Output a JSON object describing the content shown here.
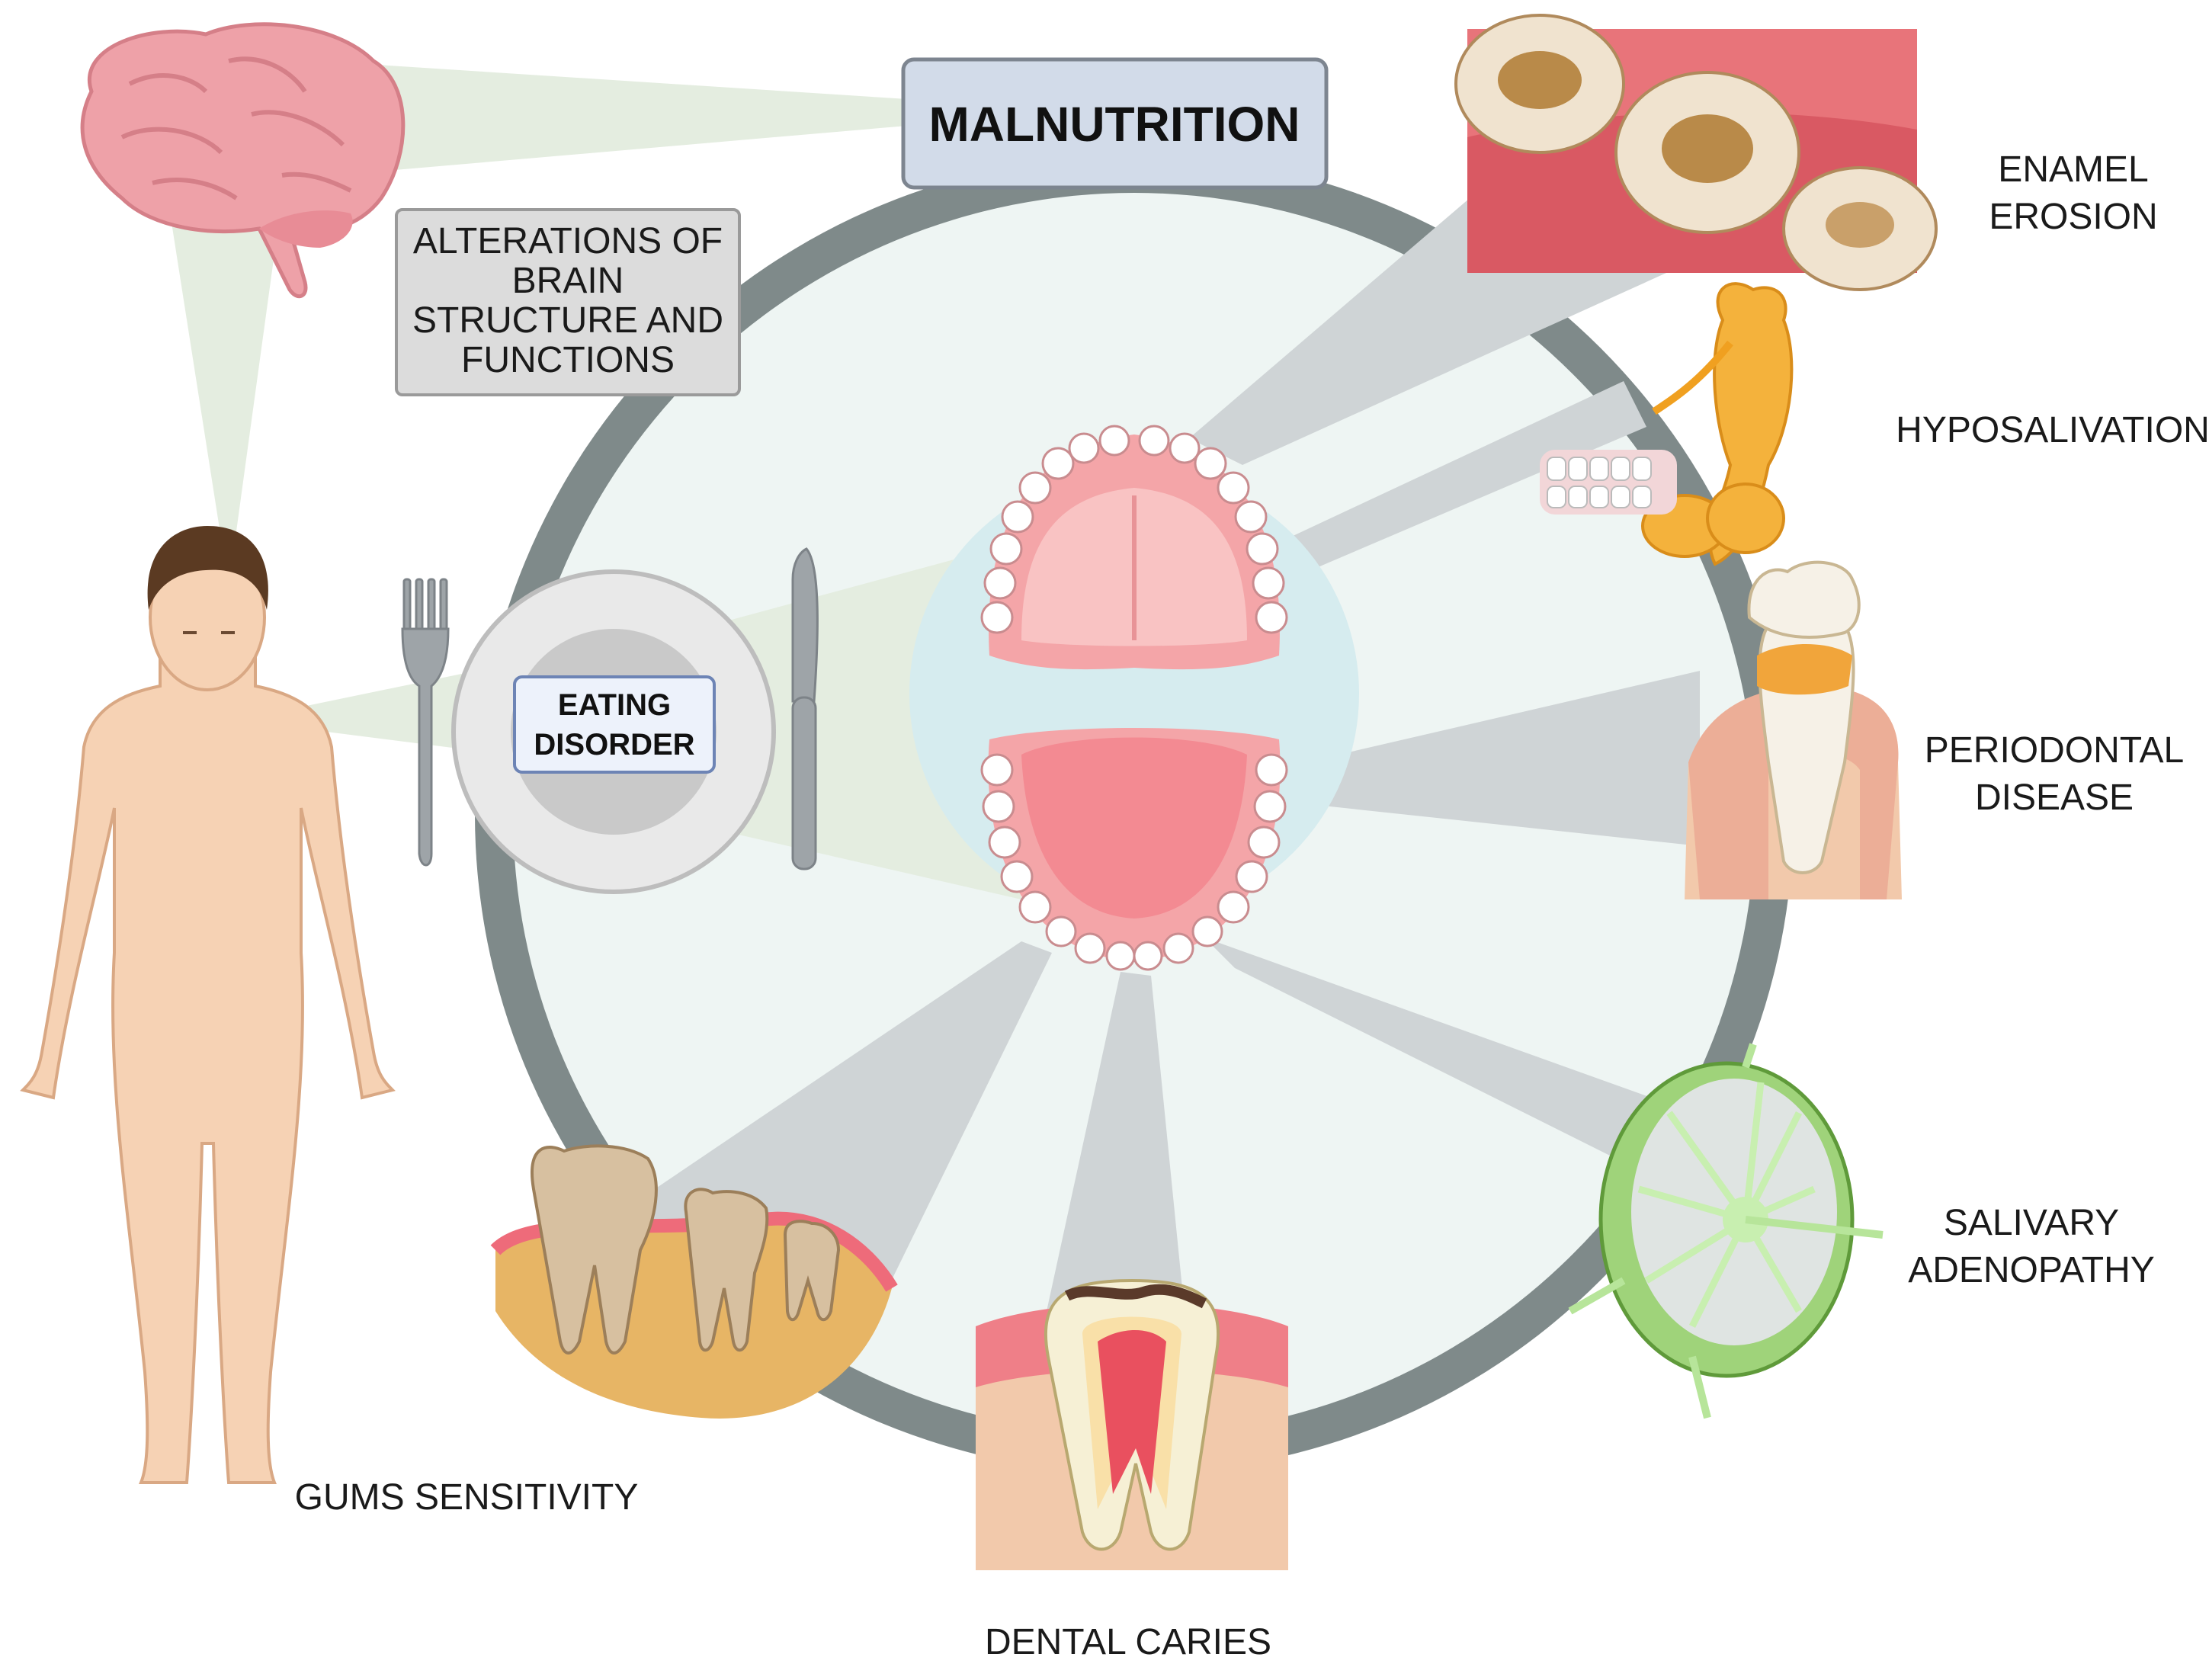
{
  "central_box": {
    "title": "MALNUTRITION"
  },
  "brain_box": {
    "lines": [
      "ALTERATIONS OF",
      "BRAIN",
      "STRUCTURE AND",
      "FUNCTIONS"
    ]
  },
  "plate_box": {
    "lines": [
      "EATING",
      "DISORDER"
    ]
  },
  "conditions": {
    "enamel_erosion": [
      "ENAMEL",
      "EROSION"
    ],
    "hyposalivation": [
      "HYPOSALIVATION"
    ],
    "periodontal_disease": [
      "PERIODONTAL",
      "DISEASE"
    ],
    "salivary_adenopathy": [
      "SALIVARY",
      "ADENOPATHY"
    ],
    "dental_caries": [
      "DENTAL CARIES"
    ],
    "gums_sensitivity": [
      "GUMS SENSITIVITY"
    ]
  },
  "icons": [
    "brain-icon",
    "human-body-icon",
    "fork-icon",
    "knife-icon",
    "plate-icon",
    "mouth-teeth-icon",
    "eroded-molars-icon",
    "salivary-gland-icon",
    "periodontal-tooth-icon",
    "lymph-node-icon",
    "carious-tooth-icon",
    "gums-teeth-icon"
  ],
  "colors": {
    "ring": "#7f8a8a",
    "disc": "#eef5f3",
    "beam_green": "#e3ede0",
    "beam_grey": "#d0d5d6",
    "title_box": "#d2dbe9",
    "brain_box": "#dcdcdc"
  }
}
